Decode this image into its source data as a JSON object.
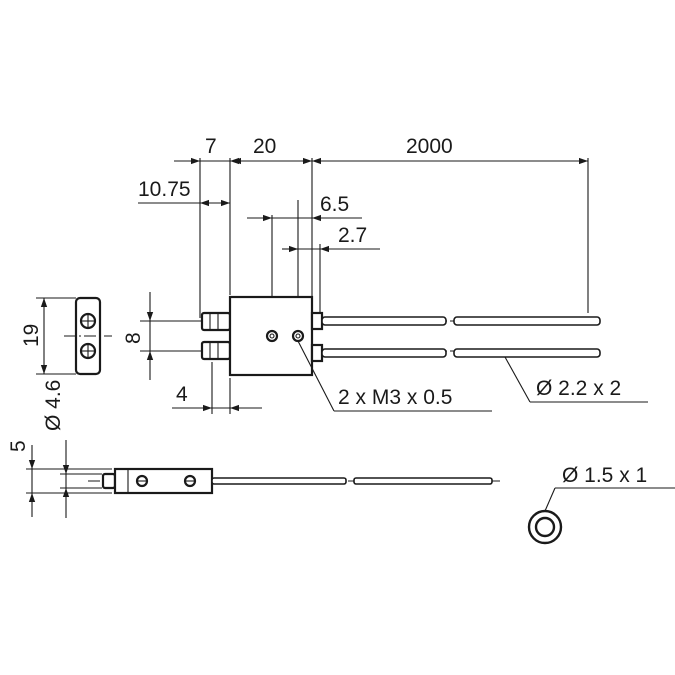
{
  "dimensions": {
    "d7": "7",
    "d20": "20",
    "d2000": "2000",
    "d10_75": "10.75",
    "d6_5": "6.5",
    "d2_7": "2.7",
    "d19": "19",
    "d8": "8",
    "d4": "4",
    "d5": "5",
    "d4_6": "Ø 4.6"
  },
  "callouts": {
    "thread": "2 x M3 x 0.5",
    "cable": "Ø 2.2 x 2",
    "fiber": "Ø 1.5 x 1"
  }
}
